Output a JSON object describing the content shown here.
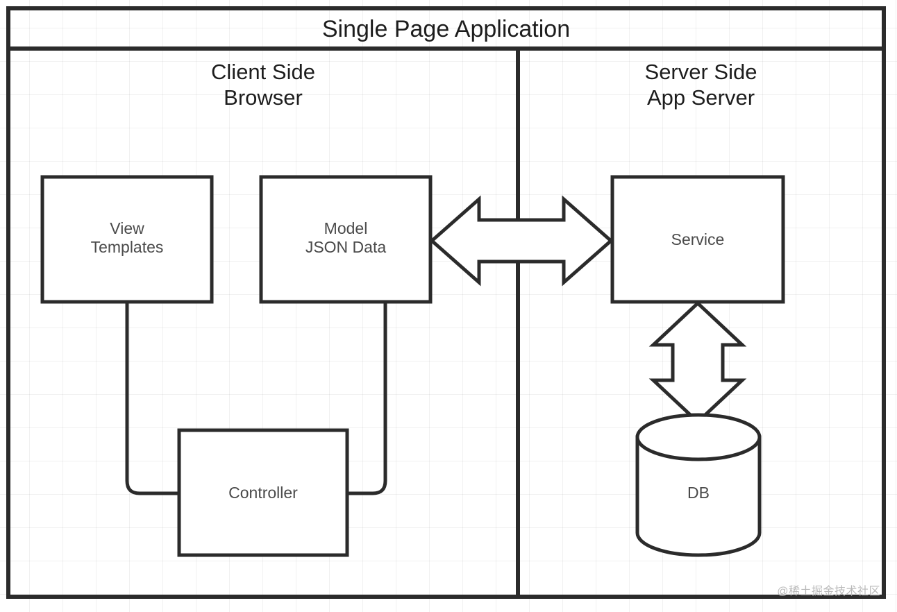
{
  "diagram": {
    "title": "Single Page Application",
    "watermark": "@稀土掘金技术社区",
    "colors": {
      "stroke": "#2b2b2b",
      "fill": "#ffffff",
      "text": "#4a4a4a",
      "heading": "#1d1d1d",
      "grid": "#f0f0f0",
      "watermark": "#b9b9b9"
    },
    "panes": [
      {
        "id": "client",
        "label": "Client Side\nBrowser"
      },
      {
        "id": "server",
        "label": "Server Side\nApp Server"
      }
    ],
    "nodes": [
      {
        "id": "view",
        "label": "View\nTemplates",
        "shape": "rectangle",
        "pane": "client"
      },
      {
        "id": "model",
        "label": "Model\nJSON Data",
        "shape": "rectangle",
        "pane": "client"
      },
      {
        "id": "controller",
        "label": "Controller",
        "shape": "rectangle",
        "pane": "client"
      },
      {
        "id": "service",
        "label": "Service",
        "shape": "rectangle",
        "pane": "server"
      },
      {
        "id": "db",
        "label": "DB",
        "shape": "cylinder",
        "pane": "server"
      }
    ],
    "edges": [
      {
        "id": "view-controller",
        "from": "view",
        "to": "controller",
        "style": "elbow-rounded",
        "arrow": "none"
      },
      {
        "id": "model-controller",
        "from": "model",
        "to": "controller",
        "style": "elbow-rounded",
        "arrow": "none"
      },
      {
        "id": "model-service",
        "from": "model",
        "to": "service",
        "style": "block-arrow",
        "arrow": "double",
        "orientation": "horizontal"
      },
      {
        "id": "service-db",
        "from": "service",
        "to": "db",
        "style": "block-arrow",
        "arrow": "double",
        "orientation": "vertical"
      }
    ]
  }
}
